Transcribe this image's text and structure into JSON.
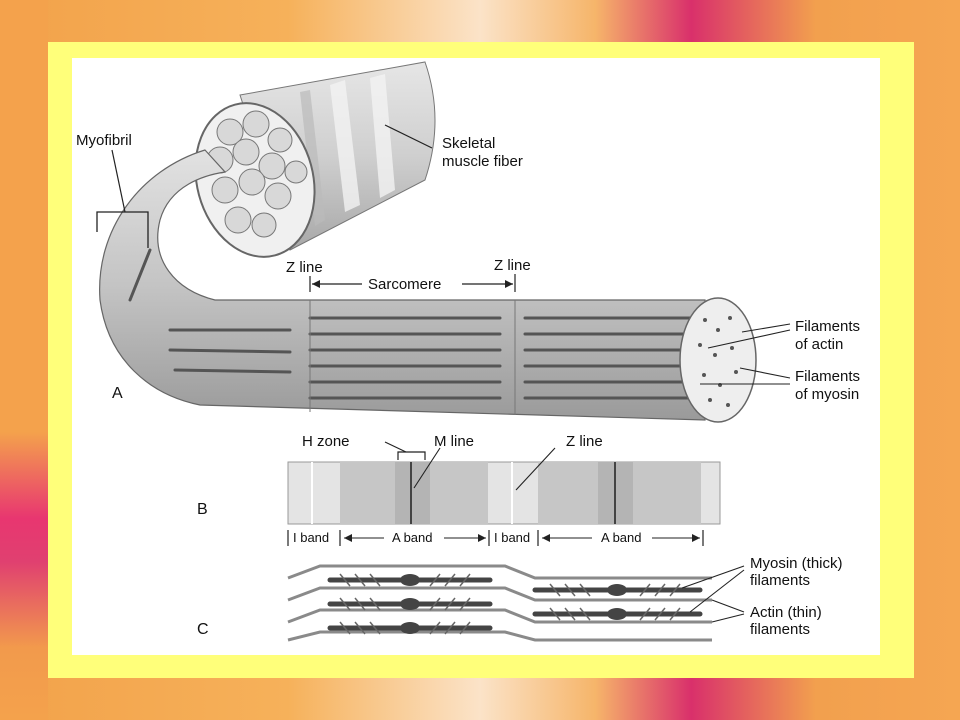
{
  "labels": {
    "myofibril": "Myofibril",
    "skeletal_line1": "Skeletal",
    "skeletal_line2": "muscle fiber",
    "z_line_left": "Z line",
    "z_line_right": "Z line",
    "sarcomere": "Sarcomere",
    "actin_line1": "Filaments",
    "actin_line2": "of actin",
    "myosin_line1": "Filaments",
    "myosin_line2": "of myosin",
    "panel_a": "A",
    "h_zone": "H zone",
    "m_line": "M line",
    "z_line_b": "Z line",
    "panel_b": "B",
    "i_band_1": "I band",
    "a_band_1": "A band",
    "i_band_2": "I band",
    "a_band_2": "A band",
    "panel_c": "C",
    "myosin_thick_line1": "Myosin (thick)",
    "myosin_thick_line2": "filaments",
    "actin_thin_line1": "Actin (thin)",
    "actin_thin_line2": "filaments"
  },
  "colors": {
    "frame": "#ffff7a",
    "panel": "#ffffff",
    "accent_pink": "#e03a6e",
    "accent_orange": "#f4a24c"
  }
}
